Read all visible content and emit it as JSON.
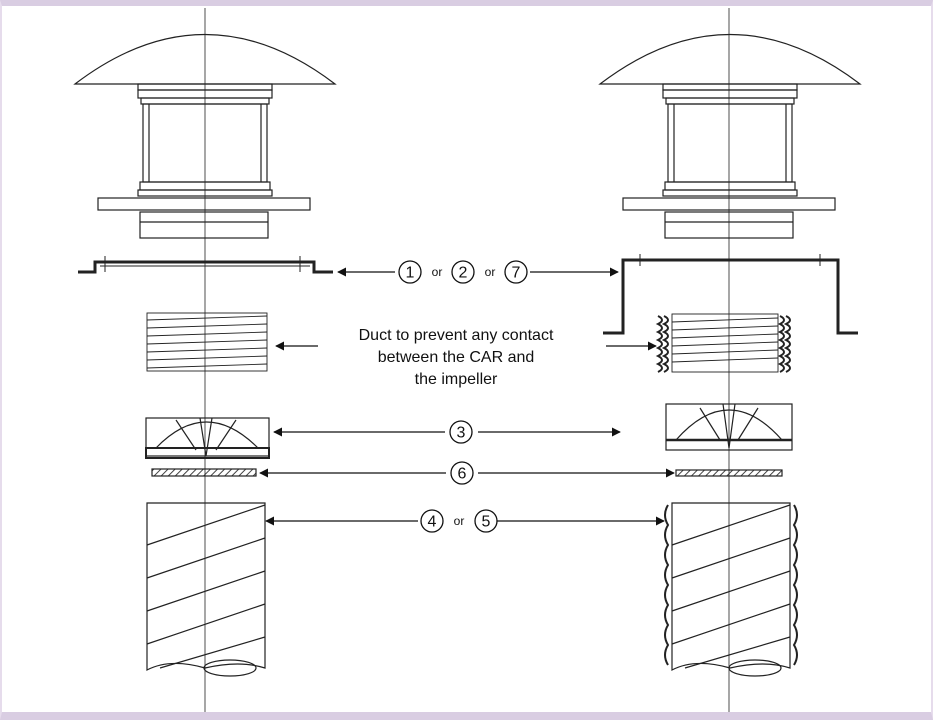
{
  "callouts": {
    "group_a": [
      "1",
      "2",
      "7"
    ],
    "group_b": [
      "3"
    ],
    "group_c": [
      "6"
    ],
    "group_d": [
      "4",
      "5"
    ],
    "separator": "or"
  },
  "note": {
    "line1": "Duct to prevent any contact",
    "line2": "between the CAR and",
    "line3": "the impeller"
  },
  "colors": {
    "stroke": "#111111",
    "frame": "#d9cde2",
    "hatch": "#555555"
  }
}
